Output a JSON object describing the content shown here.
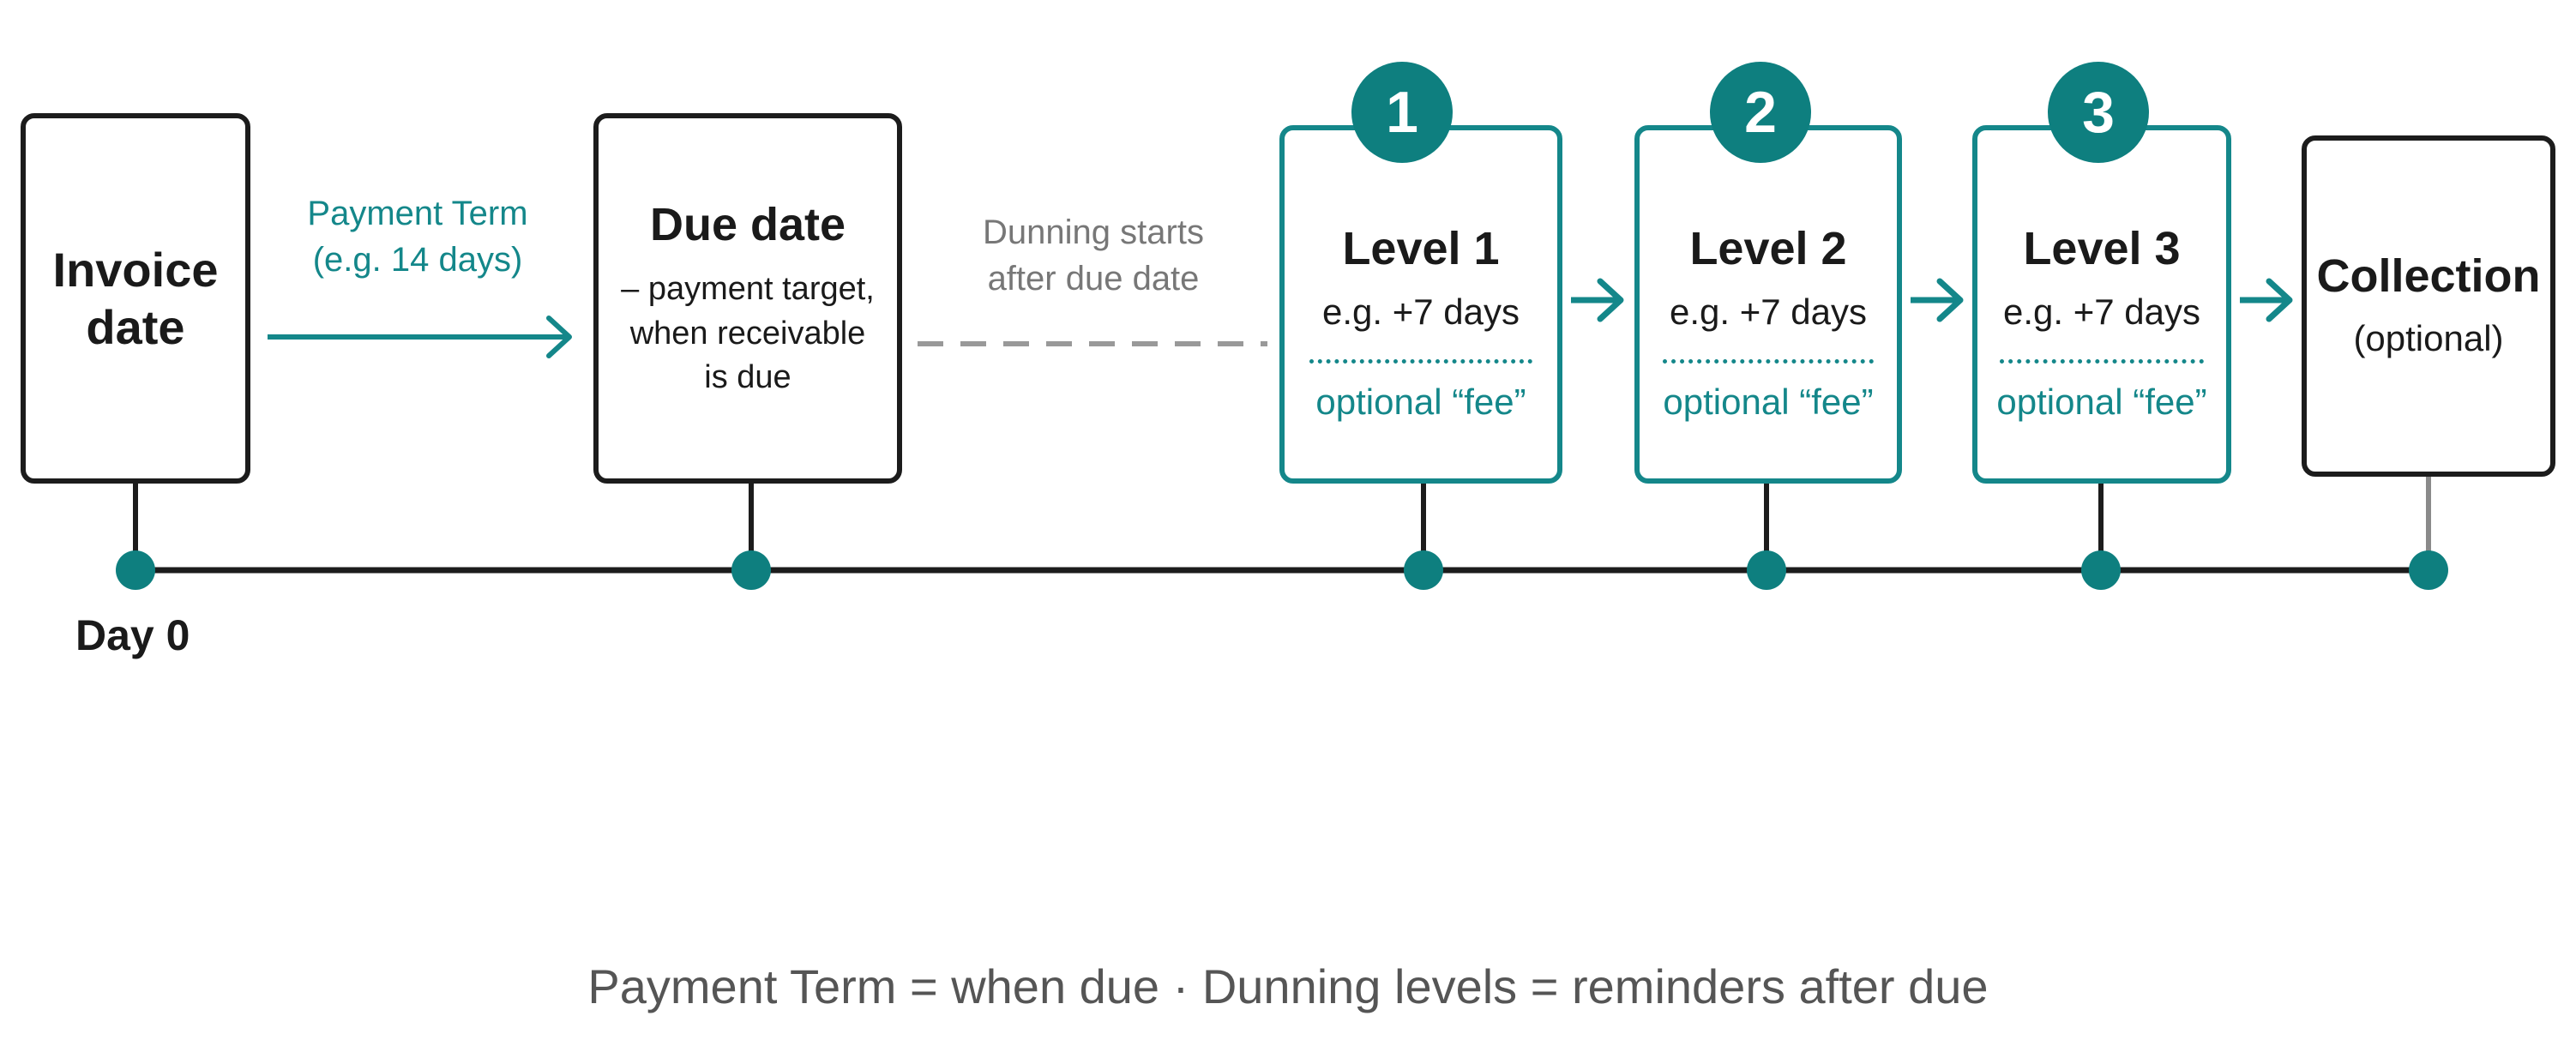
{
  "invoice_box": {
    "title_line1": "Invoice",
    "title_line2": "date"
  },
  "payment_term": {
    "line1": "Payment Term",
    "line2": "(e.g. 14 days)"
  },
  "due_box": {
    "title": "Due date",
    "line1": "– payment target,",
    "line2": "when receivable",
    "line3": "is due"
  },
  "dunning_note": {
    "line1": "Dunning starts",
    "line2": "after due date"
  },
  "levels": [
    {
      "badge": "1",
      "title": "Level 1",
      "interval": "e.g. +7 days",
      "fee": "optional “fee”"
    },
    {
      "badge": "2",
      "title": "Level 2",
      "interval": "e.g. +7 days",
      "fee": "optional “fee”"
    },
    {
      "badge": "3",
      "title": "Level 3",
      "interval": "e.g. +7 days",
      "fee": "optional “fee”"
    }
  ],
  "collection_box": {
    "title": "Collection",
    "subtitle": "(optional)"
  },
  "timeline": {
    "start_label": "Day 0"
  },
  "legend": "Payment Term = when due  ·  Dunning levels = reminders after due",
  "colors": {
    "teal": "#14878a",
    "badge_teal": "#0e7f7f",
    "dark": "#1c1c1c",
    "gray_dash": "#999999",
    "legend_gray": "#555555"
  }
}
